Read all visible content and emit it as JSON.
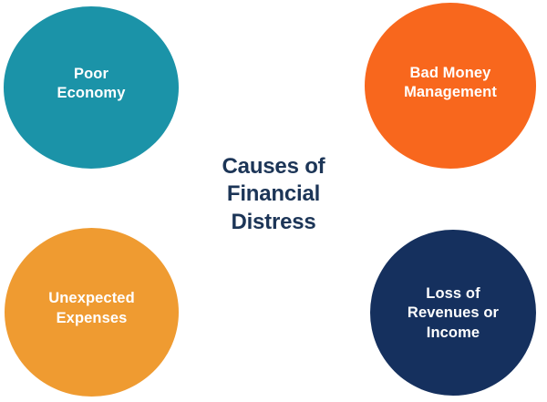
{
  "diagram": {
    "title": "Causes of\nFinancial\nDistress",
    "title_color": "#1c3557",
    "background_color": "#ffffff",
    "nodes": [
      {
        "label": "Poor\nEconomy",
        "plain_label": "Poor Economy",
        "color": "#1b93a8",
        "text_color": "#ffffff",
        "position": "top-left"
      },
      {
        "label": "Bad Money\nManagement",
        "plain_label": "Bad Money Management",
        "color": "#f8671d",
        "text_color": "#ffffff",
        "position": "top-right"
      },
      {
        "label": "Unexpected\nExpenses",
        "plain_label": "Unexpected Expenses",
        "color": "#ef9b31",
        "text_color": "#ffffff",
        "position": "bottom-left"
      },
      {
        "label": "Loss of\nRevenues or\nIncome",
        "plain_label": "Loss of Revenues or Income",
        "color": "#15305e",
        "text_color": "#ffffff",
        "position": "bottom-right"
      }
    ]
  }
}
